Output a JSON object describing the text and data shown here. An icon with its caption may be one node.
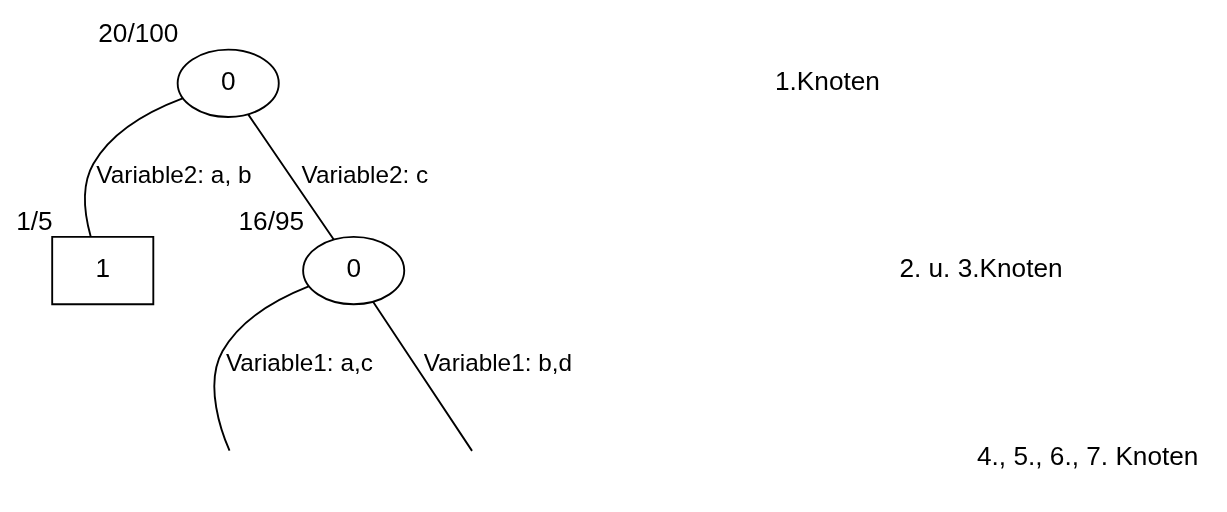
{
  "diagram": {
    "nodes": [
      {
        "text": [
          "0"
        ],
        "beside": [
          "20/100"
        ]
      },
      {
        "text": [
          "1"
        ],
        "beside": [
          "1/5"
        ]
      },
      {
        "text": [
          "0"
        ],
        "beside": [
          "16/95"
        ]
      }
    ],
    "edges": [
      {
        "from": 0,
        "to": 1,
        "label": "Variable2: a, b",
        "arrow": "none"
      },
      {
        "from": 0,
        "to": 2,
        "label": "Variable2: c",
        "arrow": "none"
      },
      {
        "from": 2,
        "to": null,
        "label": "Variable1: a,c",
        "arrow": "none"
      },
      {
        "from": 2,
        "to": null,
        "label": "Variable1: b,d",
        "arrow": "none"
      }
    ],
    "labels": [
      "1.Knoten",
      "2. u. 3.Knoten",
      "4., 5., 6., 7. Knoten"
    ]
  }
}
